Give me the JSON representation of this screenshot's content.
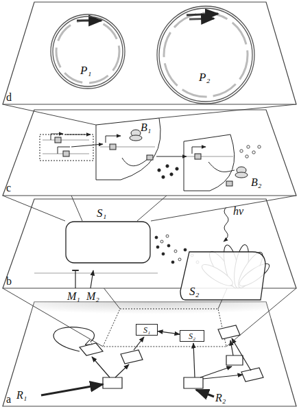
{
  "diagram": {
    "nodes": [
      {
        "text": [
          "P₁"
        ]
      },
      {
        "text": [
          "P₂"
        ]
      },
      {
        "text": [
          "S₁"
        ]
      },
      {
        "text": [
          "S₂"
        ]
      },
      {
        "text": [
          "S₁"
        ]
      },
      {
        "text": [
          "S₂"
        ]
      }
    ],
    "edges": [
      {
        "from": 4,
        "to": 5,
        "arrow": "both"
      }
    ],
    "labels": [
      "d",
      "c",
      "B₁",
      "B₂",
      "b",
      "M₁",
      "M₂",
      "hν",
      "a",
      "R₁",
      "R₂"
    ]
  }
}
